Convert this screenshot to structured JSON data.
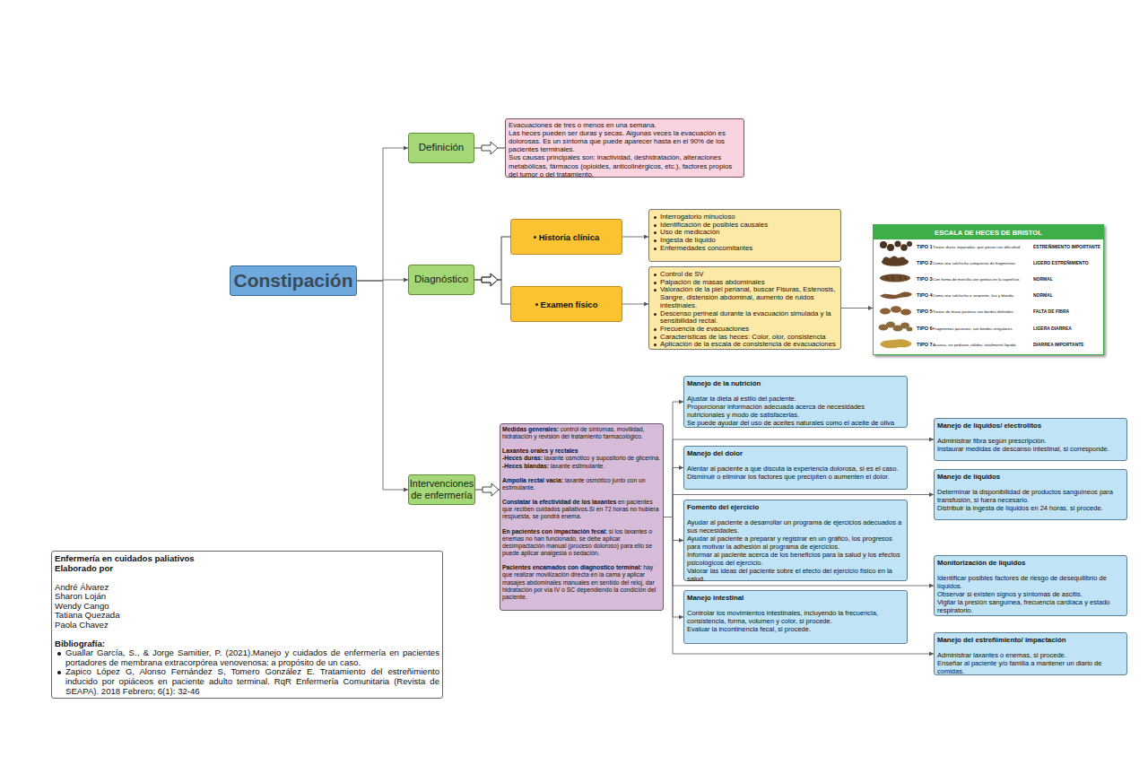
{
  "diagram": {
    "nodes": [
      {
        "text": [
          "Constipación"
        ]
      },
      {
        "text": [
          "Definición"
        ]
      },
      {
        "text": [
          "Evacuaciones de tres o menos en una semana.",
          "Las heces pueden ser duras y secas. Algunas veces la evacuación es dolorosas. Es un síntoma que puede aparecer hasta en el 90% de los pacientes terminales.",
          "Sus causas principales son: inactividad, deshidratación, alteraciones metabólicas, fármacos (opioides, anticolinérgicos, etc.), factores propios del tumor o del tratamiento."
        ]
      },
      {
        "text": [
          "Diagnóstico"
        ]
      },
      {
        "text": [
          "Historia clínica"
        ]
      },
      {
        "text": [
          "Interrogatorio minucioso",
          "Identificación de posibles causales",
          "Uso de medicación",
          "Ingesta de líquido",
          "Enfermedades concomitantes"
        ]
      },
      {
        "text": [
          "Examen físico"
        ]
      },
      {
        "text": [
          "Control de SV",
          "Palpación de masas abdominales",
          "Valoración de la piel perianal, buscar Fisuras, Estenosis, Sangre, distensión abdominal, aumento de ruidos intestinales.",
          "Descenso perineal durante la evacuación simulada y la sensibilidad rectal.",
          "Frecuencia de evacuaciones",
          "Características de las heces: Color, olor, consistencia",
          "Aplicación de la escala de consistencia de evacuaciones"
        ]
      },
      {
        "text": [
          "ESCALA DE HECES DE BRISTOL",
          "TIPO 1",
          "Trozos duros separados, que pasan con dificultad.",
          "ESTREÑIMIENTO IMPORTANTE",
          "TIPO 2",
          "Como una salchicha compuesta de fragmentos.",
          "LIGERO ESTREÑIMIENTO",
          "TIPO 3",
          "Con forma de morcilla con grietas en la superficie.",
          "NORMAL",
          "TIPO 4",
          "Como una salchicha o serpiente, lisa y blanda.",
          "NORMAL",
          "TIPO 5",
          "Trozos de masa pastosa con bordes definidos.",
          "FALTA DE FIBRA",
          "TIPO 6",
          "Fragmentos pastosos, con bordes irregulares.",
          "LIGERA DIARREA",
          "TIPO 7",
          "Acuosa, sin pedazos sólidos, totalmente líquida.",
          "DIARREA IMPORTANTE"
        ]
      },
      {
        "text": [
          "Intervenciones de enfermería"
        ]
      },
      {
        "text": [
          "Medidas generales:",
          "control de síntomas, movilidad, hidratación y revisión del tratamiento farmacológico.",
          "Laxantes orales y rectales",
          "-Heces duras:",
          "laxante osmótico y supositorio de glicerina.",
          "-Heces blandas:",
          "laxante estimulante.",
          "Ampolla rectal vacía:",
          "laxante osmótico junto con un estimulante.",
          "Constatar la efectividad de los laxantes",
          "en pacientes que reciben cuidados paliativos.Si en 72 horas no hubiera respuesta, se pondrá enema.",
          "En pacientes con impactación fecal:",
          "si los laxantes o enemas no han funcionado, se debe aplicar desimpactación manual (proceso doloroso) para ello se puede aplicar analgesia o sedación.",
          "Pacientes encamados con diagnostico terminal:",
          "hay que realizar movilización directa en la cama y aplicar masajes abdominales manuales en sentido del reloj, dar hidratación por vía IV o SC dependiendo la condición del paciente."
        ]
      },
      {
        "text": [
          "Manejo de la nutrición",
          "Ajustar la dieta al estilo del paciente.",
          "Proporcionar información adecuada acerca de necesidades nutricionales y modo de satisfacerlas.",
          "Se puede ayudar del uso de aceites naturales como el aceite de oliva"
        ]
      },
      {
        "text": [
          "Manejo del dolor",
          "Alentar al paciente a que discuta la experiencia dolorosa, si es el caso.",
          "Disminuir o eliminar los factores que precipiten o aumenten el dolor."
        ]
      },
      {
        "text": [
          "Fomento del ejercicio",
          "Ayudar al paciente a desarrollar un programa de ejercicios adecuados a sus necesidades.",
          "Ayudar al paciente a preparar y registrar en un gráfico, los progresos para motivar la adhesión al programa de ejercicios.",
          "Informar al paciente acerca de los beneficios para la salud y los efectos psicológicos del ejercicio.",
          "Valorar las ideas del paciente sobre el efecto del ejercicio físico en la salud."
        ]
      },
      {
        "text": [
          "Manejo intestinal",
          "Controlar los movimientos intestinales, incluyendo la frecuencia, consistencia, forma, volumen y color, si procede.",
          "Evaluar la incontinencia fecal, si procede."
        ]
      },
      {
        "text": [
          "Manejo de líquidos/ electrolitos",
          "Administrar fibra según prescripción.",
          "Instaurar medidas de descanso intestinal, si corresponde."
        ]
      },
      {
        "text": [
          "Manejo de líquidos",
          "Determinar la disponibilidad de productos sanguíneos para transfusión, si fuera necesario.",
          "Distribuir la ingesta de líquidos en 24 horas, si procede."
        ]
      },
      {
        "text": [
          "Monitorización de líquidos",
          "Identificar posibles factores de riesgo de desequilibrio de líquidos.",
          "Observar si existen signos y síntomas de ascitis.",
          "Vigilar la presión sanguínea, frecuencia cardíaca y estado respiratorio."
        ]
      },
      {
        "text": [
          "Manejo del estreñimiento/ impactación",
          "Administrar laxantes o enemas, si procede.",
          "Enseñar al paciente y/o familia a mantener un diario de comidas."
        ]
      },
      {
        "text": [
          "Enfermería en cuidados paliativos",
          "Elaborado por",
          "André Álvarez",
          "Sharon Loján",
          "Wendy Cango",
          "Tatiana Quezada",
          "Paola Chavez",
          "Bibliografía:",
          "Guallar García, S., & Jorge Samitier, P. (2021).Manejo y cuidados de enfermería en pacientes portadores de membrana extracorpórea venovenosa: a propósito de un caso.",
          "Zapico López G, Alonso Fernández S, Tomero González E. Tratamiento del estreñimiento inducido por opiáceos en paciente adulto terminal. RqR Enfermería Comunitaria (Revista de SEAPA). 2018 Febrero; 6(1): 32-46"
        ]
      }
    ],
    "edges": [
      {
        "from": 0,
        "to": 1,
        "arrow": "to"
      },
      {
        "from": 0,
        "to": 3,
        "arrow": "to"
      },
      {
        "from": 0,
        "to": 9,
        "arrow": "to"
      },
      {
        "from": 1,
        "to": 2,
        "arrow": "to"
      },
      {
        "from": 3,
        "to": 4,
        "arrow": "to"
      },
      {
        "from": 3,
        "to": 6,
        "arrow": "to"
      },
      {
        "from": 4,
        "to": 5,
        "arrow": "to"
      },
      {
        "from": 6,
        "to": 7,
        "arrow": "to"
      },
      {
        "from": 7,
        "to": 8,
        "arrow": "to"
      },
      {
        "from": 9,
        "to": 10,
        "arrow": "to"
      },
      {
        "from": 10,
        "to": 11,
        "arrow": "to"
      },
      {
        "from": 10,
        "to": 12,
        "arrow": "to"
      },
      {
        "from": 10,
        "to": 13,
        "arrow": "to"
      },
      {
        "from": 10,
        "to": 14,
        "arrow": "to"
      },
      {
        "from": 10,
        "to": 15,
        "arrow": "to"
      },
      {
        "from": 10,
        "to": 16,
        "arrow": "to"
      },
      {
        "from": 10,
        "to": 17,
        "arrow": "to"
      },
      {
        "from": 10,
        "to": 18,
        "arrow": "to"
      }
    ]
  }
}
